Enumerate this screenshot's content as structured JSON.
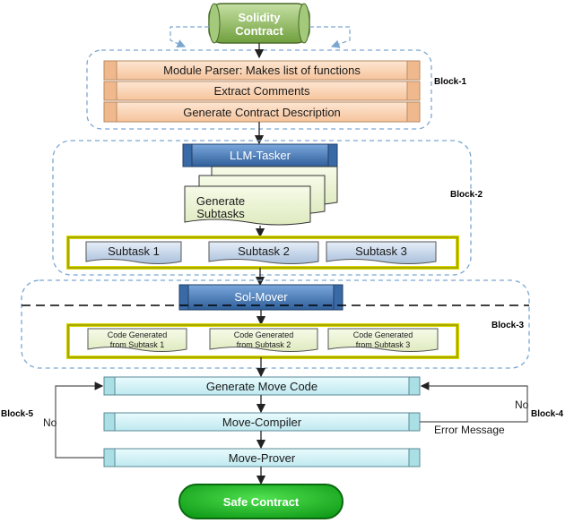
{
  "nodes": {
    "solidity_contract": "Solidity Contract",
    "module_parser": "Module Parser: Makes list of functions",
    "extract_comments": "Extract Comments",
    "generate_description": "Generate Contract Description",
    "llm_tasker": "LLM-Tasker",
    "generate_subtasks": "Generate Subtasks",
    "subtask_1": "Subtask 1",
    "subtask_2": "Subtask 2",
    "subtask_3": "Subtask 3",
    "sol_mover": "Sol-Mover",
    "code_gen_1": "Code Generated from Subtask 1",
    "code_gen_2": "Code Generated from Subtask 2",
    "code_gen_3": "Code Generated from Subtask 3",
    "generate_move_code": "Generate Move Code",
    "move_compiler": "Move-Compiler",
    "move_prover": "Move-Prover",
    "safe_contract": "Safe Contract"
  },
  "blocks": {
    "block_1": "Block-1",
    "block_2": "Block-2",
    "block_3": "Block-3",
    "block_4": "Block-4",
    "block_5": "Block-5"
  },
  "edge_labels": {
    "no_left": "No",
    "no_right": "No",
    "error_message": "Error Message"
  },
  "colors": {
    "green": "#7fae4e",
    "peach": "#fbd4b4",
    "blue": "#4f81bd",
    "cyan": "#d6f3f7",
    "yellow": "#e6e600",
    "dashed": "#7aa6d2"
  }
}
